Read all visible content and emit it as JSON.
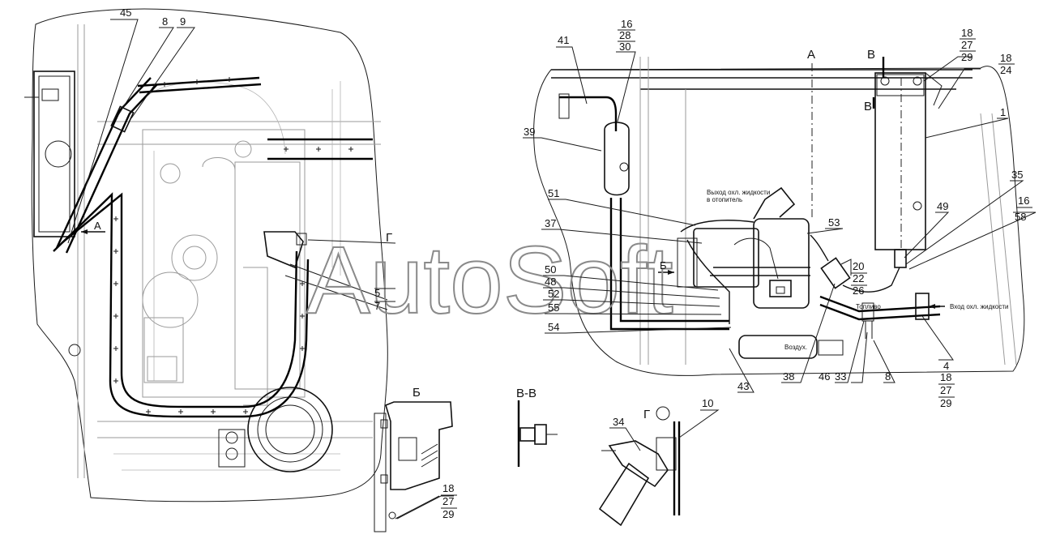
{
  "watermark": "AutoSoft",
  "views": {
    "section_b": "Б",
    "section_vv": "В-В",
    "view_g": "Г"
  },
  "view_markers": {
    "a_left": "А",
    "a_right": "А",
    "b_right": "Б",
    "v_top": "В",
    "v_bottom": "В",
    "g_right": "Г"
  },
  "annotations": {
    "coolant_out_line1": "Выход охл. жидкости",
    "coolant_out_line2": "в отопитель",
    "fuel": "Топливо",
    "coolant_in": "Вход охл. жидкости",
    "air": "Воздух."
  },
  "callouts": {
    "n45": "45",
    "n8a": "8",
    "n9": "9",
    "n5": "5",
    "n7": "7",
    "n41": "41",
    "n16a": "16",
    "n28": "28",
    "n30": "30",
    "n39": "39",
    "n51": "51",
    "n37": "37",
    "n50": "50",
    "n48": "48",
    "n52": "52",
    "n55": "55",
    "n54": "54",
    "n43": "43",
    "n38": "38",
    "n46": "46",
    "n33": "33",
    "n8b": "8",
    "n53": "53",
    "n20": "20",
    "n22": "22",
    "n26": "26",
    "n49": "49",
    "n35": "35",
    "n16b": "16",
    "n58": "58",
    "n18a": "18",
    "n27a": "27",
    "n29a": "29",
    "n18b": "18",
    "n24": "24",
    "n1": "1",
    "n4": "4",
    "n18c": "18",
    "n27b": "27",
    "n29b": "29",
    "n18d": "18",
    "n27c": "27",
    "n29c": "29",
    "n34": "34",
    "n10": "10"
  }
}
